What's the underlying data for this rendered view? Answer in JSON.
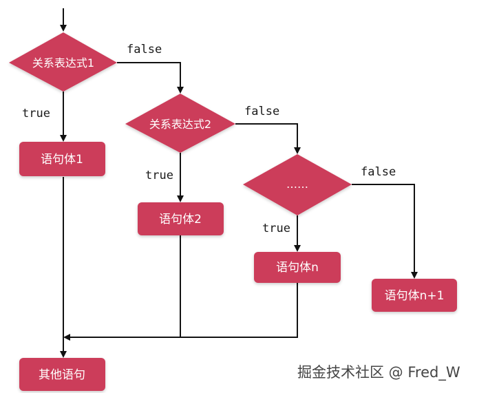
{
  "nodes": {
    "cond1": "关系表达式1",
    "cond2": "关系表达式2",
    "cond3": "……",
    "body1": "语句体1",
    "body2": "语句体2",
    "bodyn": "语句体n",
    "bodyn1": "语句体n+1",
    "other": "其他语句"
  },
  "edges": {
    "cond1_false": "false",
    "cond1_true": "true",
    "cond2_false": "false",
    "cond2_true": "true",
    "cond3_false": "false",
    "cond3_true": "true"
  },
  "watermark": "掘金技术社区 @ Fred_W",
  "colors": {
    "node_fill": "#cc3d5a",
    "line": "#111111"
  }
}
